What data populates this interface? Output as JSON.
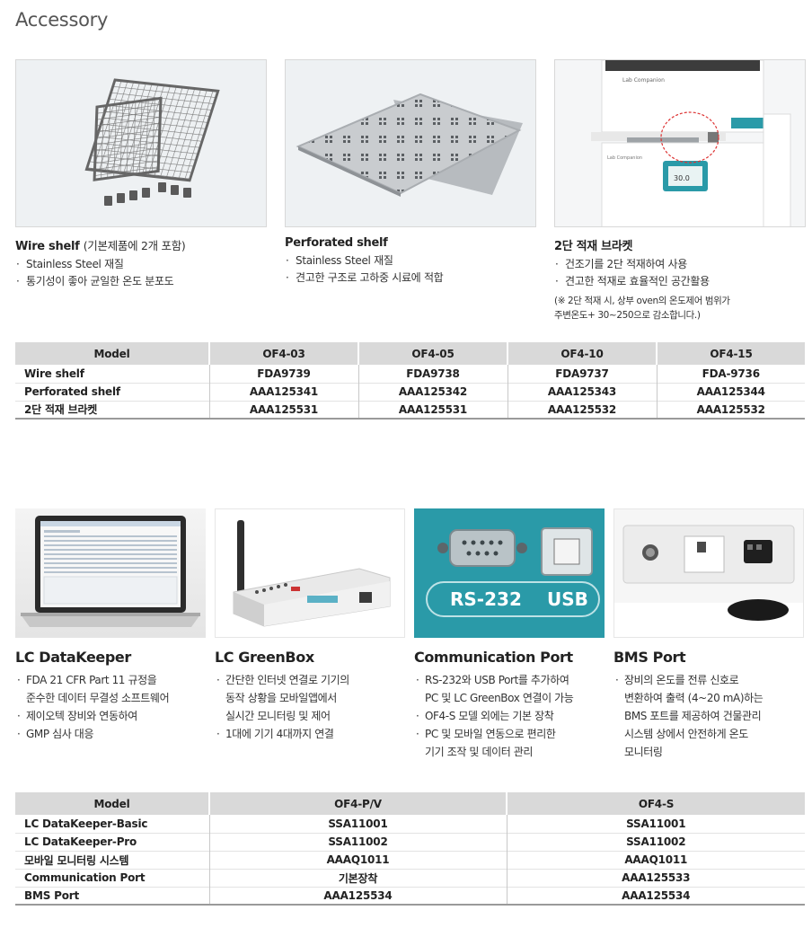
{
  "title": "Accessory",
  "accessories": [
    {
      "name": "Wire shelf",
      "sub": "(기본제품에 2개 포함)",
      "bullets": [
        "Stainless Steel 재질",
        "통기성이 좋아 균일한 온도 분포도"
      ],
      "note1": "",
      "note2": ""
    },
    {
      "name": "Perforated shelf",
      "sub": "",
      "bullets": [
        "Stainless Steel 재질",
        "견고한 구조로 고하중 시료에 적합"
      ],
      "note1": "",
      "note2": ""
    },
    {
      "name": "2단 적재 브라켓",
      "sub": "",
      "bullets": [
        "건조기를 2단 적재하여 사용",
        "견고한 적재로 효율적인 공간활용"
      ],
      "note1": "(※ 2단 적재 시, 상부 oven의 온도제어 범위가",
      "note2": "주변온도+ 30~250으로 감소합니다.)"
    }
  ],
  "oven_image": {
    "brand": "Lab Companion",
    "brand_small": "Lab Companion",
    "display": "30.0"
  },
  "table1": {
    "headers": [
      "Model",
      "OF4-03",
      "OF4-05",
      "OF4-10",
      "OF4-15"
    ],
    "rows": [
      [
        "Wire shelf",
        "FDA9739",
        "FDA9738",
        "FDA9737",
        "FDA-9736"
      ],
      [
        "Perforated shelf",
        "AAA125341",
        "AAA125342",
        "AAA125343",
        "AAA125344"
      ],
      [
        "2단 적재 브라켓",
        "AAA125531",
        "AAA125531",
        "AAA125532",
        "AAA125532"
      ]
    ]
  },
  "options": [
    {
      "name": "LC DataKeeper",
      "lines": [
        "FDA 21 CFR Part 11 규정을",
        "준수한 데이터 무결성 소프트웨어",
        "제이오텍 장비와 연동하여",
        "GMP 심사 대응"
      ],
      "bullet_starts": [
        0,
        2
      ]
    },
    {
      "name": "LC GreenBox",
      "lines": [
        "간단한 인터넷 연결로 기기의",
        "동작 상황을 모바일앱에서",
        "실시간 모니터링 및 제어",
        "1대에 기기 4대까지 연결"
      ],
      "bullet_starts": [
        0,
        3
      ]
    },
    {
      "name": "Communication Port",
      "lines": [
        "RS-232와 USB Port를 추가하여",
        "PC 및 LC GreenBox 연결이 가능",
        "OF4-S 모델 외에는 기본 장착",
        "PC 및 모바일 연동으로 편리한",
        "기기 조작 및 데이터 관리"
      ],
      "bullet_starts": [
        0,
        2,
        3
      ]
    },
    {
      "name": "BMS Port",
      "lines": [
        "장비의 온도를 전류 신호로",
        "변환하여 출력 (4~20 mA)하는",
        "BMS 포트를 제공하여 건물관리",
        "시스템 상에서 안전하게 온도",
        "모니터링"
      ],
      "bullet_starts": [
        0
      ]
    }
  ],
  "port_labels": {
    "rs232": "RS-232",
    "usb": "USB"
  },
  "table2": {
    "headers": [
      "Model",
      "OF4-P/V",
      "OF4-S"
    ],
    "rows": [
      [
        "LC DataKeeper-Basic",
        "SSA11001",
        "SSA11001"
      ],
      [
        "LC DataKeeper-Pro",
        "SSA11002",
        "SSA11002"
      ],
      [
        "모바일 모니터링 시스템",
        "AAAQ1011",
        "AAAQ1011"
      ],
      [
        "Communication Port",
        "기본장착",
        "AAA125533"
      ],
      [
        "BMS Port",
        "AAA125534",
        "AAA125534"
      ]
    ]
  },
  "colors": {
    "header_bg": "#d9d9d9",
    "teal": "#2a9aa8",
    "rule": "#9a9a9a"
  }
}
